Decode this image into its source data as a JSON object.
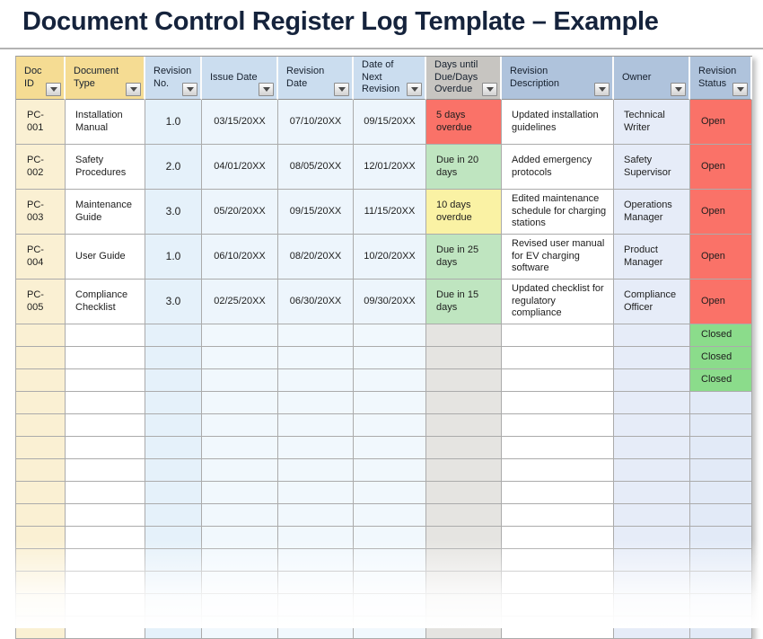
{
  "page": {
    "title": "Document Control Register Log Template – Example"
  },
  "colors": {
    "title_navy": "#15233C",
    "header_yellow": "#F5DC93",
    "header_light_blue": "#CBDDEF",
    "header_gray": "#C7C5C1",
    "header_steel_blue": "#AFC3DC",
    "cell_cream": "#FAF0D3",
    "cell_pale_blue": "#E5F1FA",
    "cell_pale_blue_lighter": "#F1F8FD",
    "cell_gray": "#E5E4E1",
    "cell_lavender": "#E6ECF8",
    "status_red": "#FA7268",
    "status_green_light": "#BFE5C0",
    "status_yellow": "#FAF2A4",
    "status_closed_green": "#8BDC8B",
    "gridline_gray": "#ABABAB"
  },
  "table": {
    "columns": [
      {
        "key": "doc_id",
        "label": "Doc ID"
      },
      {
        "key": "document_type",
        "label": "Document Type"
      },
      {
        "key": "revision_no",
        "label": "Revision No."
      },
      {
        "key": "issue_date",
        "label": "Issue Date"
      },
      {
        "key": "revision_date",
        "label": "Revision Date"
      },
      {
        "key": "next_revision",
        "label": "Date of Next Revision"
      },
      {
        "key": "days_until_due",
        "label": "Days until Due/Days Overdue"
      },
      {
        "key": "revision_description",
        "label": "Revision Description"
      },
      {
        "key": "owner",
        "label": "Owner"
      },
      {
        "key": "revision_status",
        "label": "Revision Status"
      }
    ],
    "rows": [
      {
        "doc_id": "PC-001",
        "document_type": "Installation Manual",
        "revision_no": "1.0",
        "issue_date": "03/15/20XX",
        "revision_date": "07/10/20XX",
        "next_revision": "09/15/20XX",
        "days_until_due": {
          "text": "5 days overdue",
          "color": "red"
        },
        "revision_description": "Updated installation guidelines",
        "owner": "Technical Writer",
        "revision_status": {
          "text": "Open",
          "color": "red"
        }
      },
      {
        "doc_id": "PC-002",
        "document_type": "Safety Procedures",
        "revision_no": "2.0",
        "issue_date": "04/01/20XX",
        "revision_date": "08/05/20XX",
        "next_revision": "12/01/20XX",
        "days_until_due": {
          "text": "Due in 20 days",
          "color": "green"
        },
        "revision_description": "Added emergency protocols",
        "owner": "Safety Supervisor",
        "revision_status": {
          "text": "Open",
          "color": "red"
        }
      },
      {
        "doc_id": "PC-003",
        "document_type": "Maintenance Guide",
        "revision_no": "3.0",
        "issue_date": "05/20/20XX",
        "revision_date": "09/15/20XX",
        "next_revision": "11/15/20XX",
        "days_until_due": {
          "text": "10 days overdue",
          "color": "yellow"
        },
        "revision_description": "Edited maintenance schedule for charging stations",
        "owner": "Operations Manager",
        "revision_status": {
          "text": "Open",
          "color": "red"
        }
      },
      {
        "doc_id": "PC-004",
        "document_type": "User Guide",
        "revision_no": "1.0",
        "issue_date": "06/10/20XX",
        "revision_date": "08/20/20XX",
        "next_revision": "10/20/20XX",
        "days_until_due": {
          "text": "Due in 25 days",
          "color": "green"
        },
        "revision_description": "Revised user manual for EV charging software",
        "owner": "Product Manager",
        "revision_status": {
          "text": "Open",
          "color": "red"
        }
      },
      {
        "doc_id": "PC-005",
        "document_type": "Compliance Checklist",
        "revision_no": "3.0",
        "issue_date": "02/25/20XX",
        "revision_date": "06/30/20XX",
        "next_revision": "09/30/20XX",
        "days_until_due": {
          "text": "Due in 15 days",
          "color": "green"
        },
        "revision_description": "Updated checklist for regulatory compliance",
        "owner": "Compliance Officer",
        "revision_status": {
          "text": "Open",
          "color": "red"
        }
      }
    ],
    "extra_rows": [
      {
        "revision_status": {
          "text": "Closed",
          "color": "closed-green"
        }
      },
      {
        "revision_status": {
          "text": "Closed",
          "color": "closed-green"
        }
      },
      {
        "revision_status": {
          "text": "Closed",
          "color": "closed-green"
        }
      },
      {},
      {},
      {},
      {},
      {},
      {},
      {},
      {},
      {},
      {},
      {}
    ]
  }
}
